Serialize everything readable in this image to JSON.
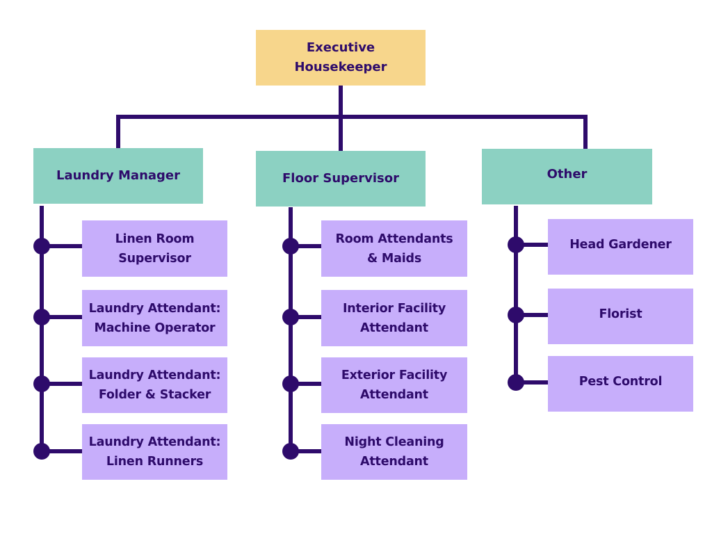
{
  "title": "Housekeeping Department Organization Chart",
  "colors": {
    "root": "#F7D68C",
    "manager": "#8CD1C2",
    "subordinate": "#C7AEFB",
    "line": "#2E0B6B",
    "text": "#2E0B6B"
  },
  "root": {
    "label": "Executive\nHousekeeper"
  },
  "branches": [
    {
      "label": "Laundry Manager",
      "children": [
        "Linen Room\nSupervisor",
        "Laundry Attendant:\nMachine Operator",
        "Laundry Attendant:\nFolder & Stacker",
        "Laundry Attendant:\nLinen Runners"
      ]
    },
    {
      "label": "Floor Supervisor",
      "children": [
        "Room Attendants\n& Maids",
        "Interior Facility\nAttendant",
        "Exterior Facility\nAttendant",
        "Night Cleaning\nAttendant"
      ]
    },
    {
      "label": "Other",
      "children": [
        "Head Gardener",
        "Florist",
        "Pest Control"
      ]
    }
  ]
}
